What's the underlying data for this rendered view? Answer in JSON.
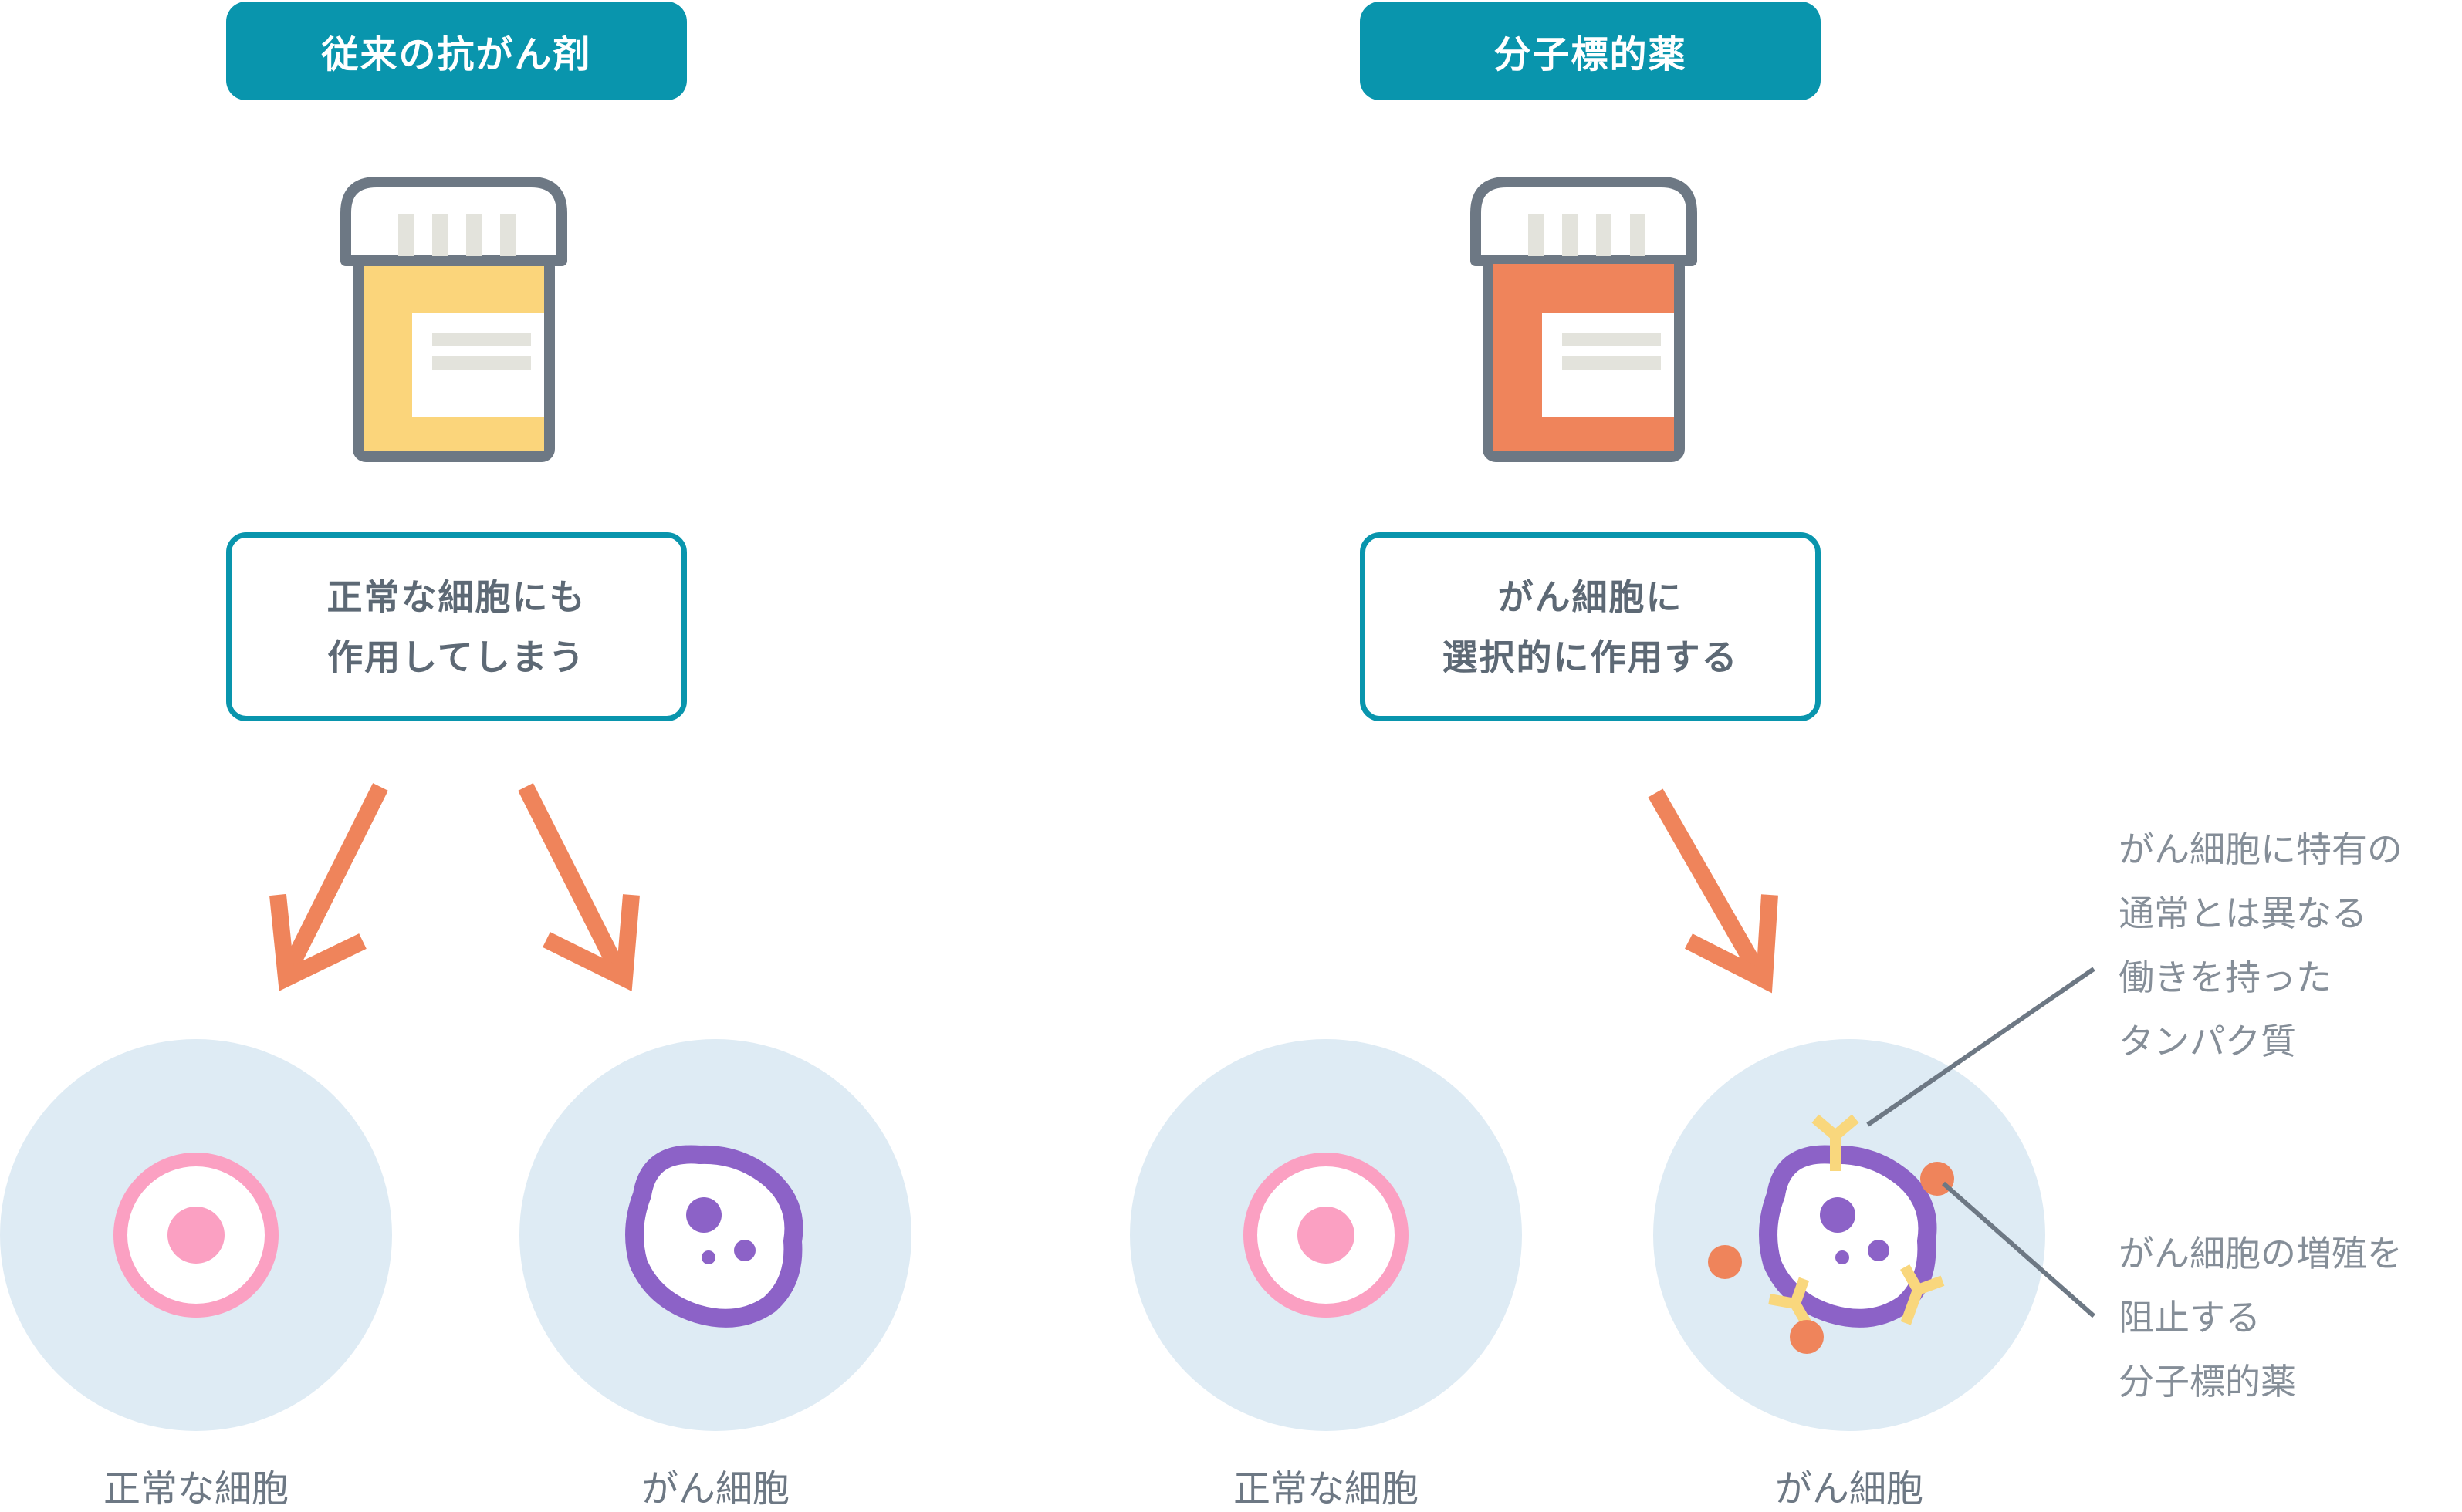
{
  "left": {
    "header": "従来の抗がん剤",
    "effect": [
      "正常な細胞にも",
      "作用してしまう"
    ],
    "caption_normal": "正常な細胞",
    "caption_cancer": "がん細胞"
  },
  "right": {
    "header": "分子標的薬",
    "effect": [
      "がん細胞に",
      "選択的に作用する"
    ],
    "caption_normal": "正常な細胞",
    "caption_cancer": "がん細胞",
    "note_protein": [
      "がん細胞に特有の",
      "通常とは異なる",
      "働きを持った",
      "タンパク質"
    ],
    "note_drug": [
      "がん細胞の増殖を",
      "阻止する",
      "分子標的薬"
    ]
  },
  "colors": {
    "teal": "#0995ad",
    "arrow": "#ef845b",
    "bottle_outline": "#6d7884",
    "bottle_yellow": "#fbd57b",
    "bottle_orange": "#ef845b",
    "cell_bg": "#deebf4",
    "normal_cell": "#fba0c2",
    "cancer_cell": "#8c62c7",
    "antibody": "#f9d77d",
    "drug_dot": "#ef845b"
  },
  "icons": [
    "medicine-bottle-icon",
    "arrow-icon",
    "normal-cell-icon",
    "cancer-cell-icon",
    "antibody-icon"
  ]
}
